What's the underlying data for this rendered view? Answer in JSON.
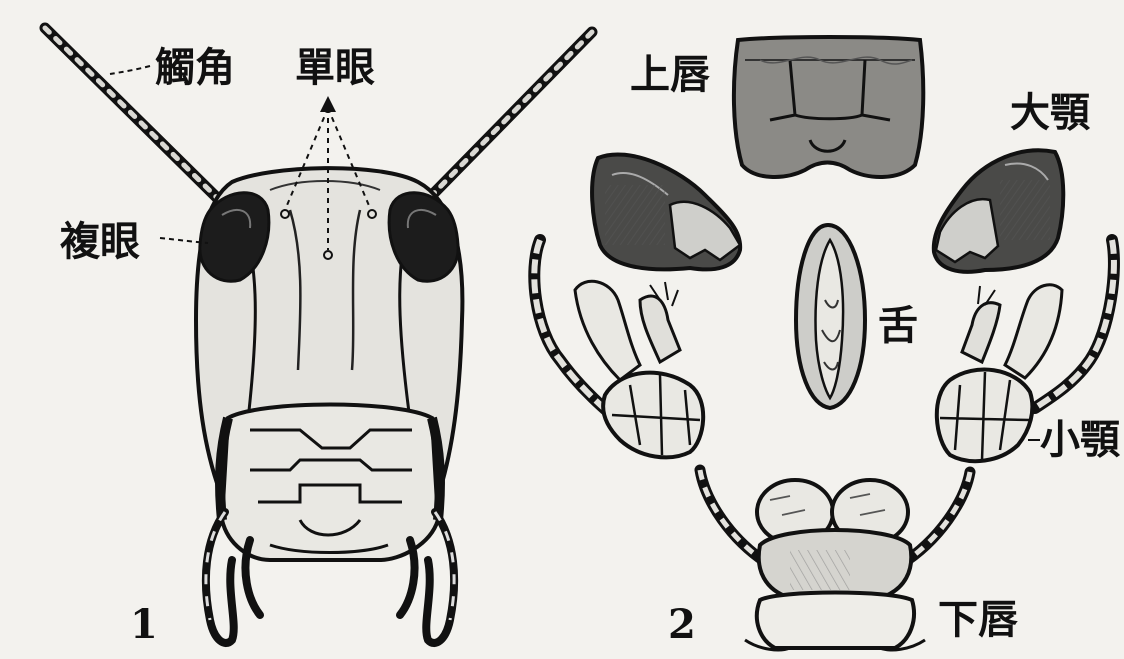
{
  "figure_1": {
    "label_antenna": "觸角",
    "label_ocelli": "單眼",
    "label_compound_eye": "複眼",
    "number": "1"
  },
  "figure_2": {
    "label_labrum": "上唇",
    "label_mandible": "大顎",
    "label_hypopharynx": "舌",
    "label_maxilla": "小顎",
    "label_labium": "下唇",
    "number": "2"
  },
  "colors": {
    "background": "#f3f2ee",
    "ink": "#111111",
    "shade_dark": "#2a2a2a",
    "shade_mid": "#8a8a88",
    "shade_light": "#cfcfcb"
  }
}
